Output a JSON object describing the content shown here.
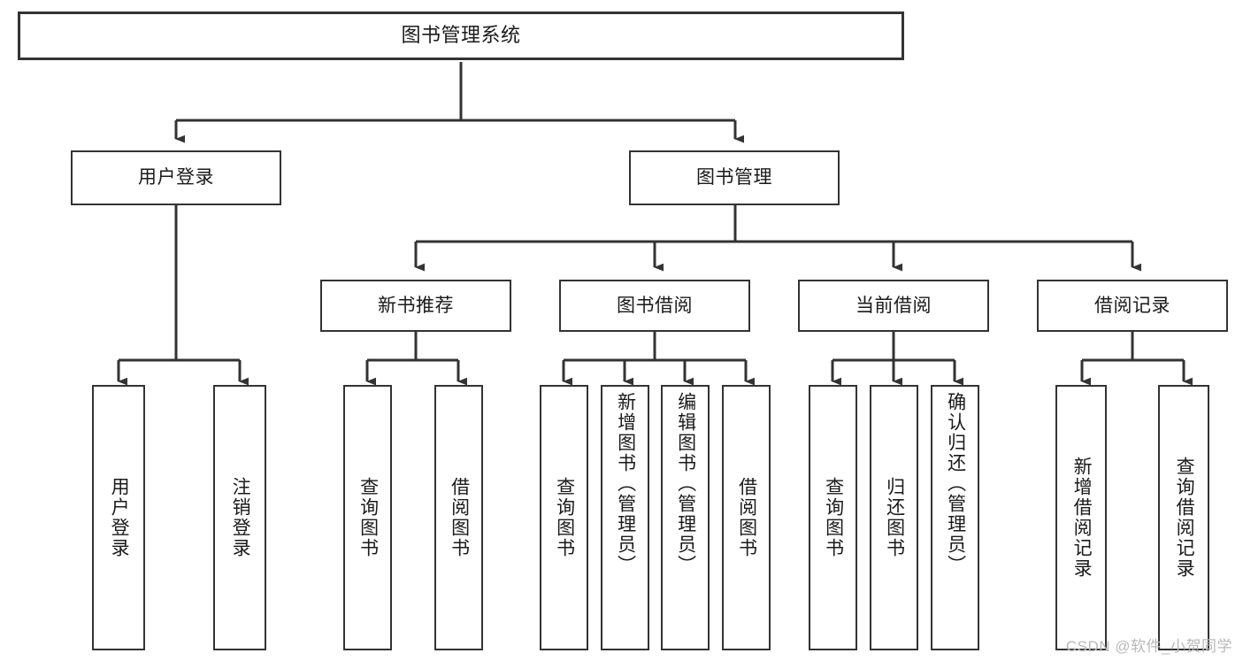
{
  "diagram": {
    "type": "tree",
    "title": "图书管理系统",
    "watermark": "CSDN @软件_小贺同学",
    "colors": {
      "box_border": "#333333",
      "connector": "#333333",
      "background": "#ffffff",
      "text": "#1a1a1a",
      "watermark": "#b9b9b9"
    },
    "levels": {
      "root": {
        "label": "图书管理系统"
      },
      "level2": [
        {
          "label": "用户登录"
        },
        {
          "label": "图书管理"
        }
      ],
      "level3": [
        {
          "label": "新书推荐"
        },
        {
          "label": "图书借阅"
        },
        {
          "label": "当前借阅"
        },
        {
          "label": "借阅记录"
        }
      ],
      "leaves": [
        {
          "label": "用户登录",
          "parent": "用户登录"
        },
        {
          "label": "注销登录",
          "parent": "用户登录"
        },
        {
          "label": "查询图书",
          "parent": "新书推荐"
        },
        {
          "label": "借阅图书",
          "parent": "新书推荐"
        },
        {
          "label": "查询图书",
          "parent": "图书借阅"
        },
        {
          "label": "新增图书（管理员）",
          "parent": "图书借阅"
        },
        {
          "label": "编辑图书（管理员）",
          "parent": "图书借阅"
        },
        {
          "label": "借阅图书",
          "parent": "图书借阅"
        },
        {
          "label": "查询图书",
          "parent": "当前借阅"
        },
        {
          "label": "归还图书",
          "parent": "当前借阅"
        },
        {
          "label": "确认归还（管理员）",
          "parent": "当前借阅"
        },
        {
          "label": "新增借阅记录",
          "parent": "借阅记录"
        },
        {
          "label": "查询借阅记录",
          "parent": "借阅记录"
        }
      ]
    }
  }
}
